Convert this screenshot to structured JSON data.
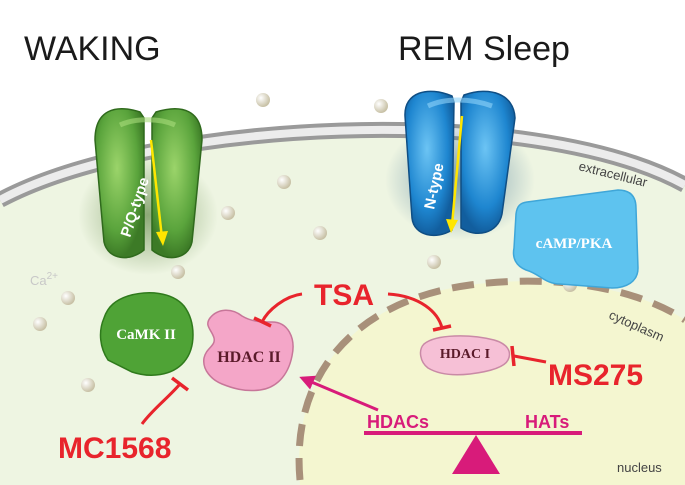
{
  "titles": {
    "left": "WAKING",
    "right": "REM Sleep"
  },
  "regions": {
    "extracellular": "extracellular",
    "cytoplasm": "cytoplasm",
    "nucleus": "nucleus"
  },
  "ions": {
    "label": "Ca",
    "charge": "2+"
  },
  "channels": {
    "left": "P/Q-type",
    "right": "N-type"
  },
  "enzymes": {
    "camk": "CaMK II",
    "hdac2": "HDAC II",
    "hdac1": "HDAC I",
    "pka": "cAMP/PKA"
  },
  "inhibitors": {
    "tsa": "TSA",
    "ms275": "MS275",
    "mc1568": "MC1568"
  },
  "balance": {
    "left": "HDACs",
    "right": "HATs"
  },
  "colors": {
    "green": "#5aa43c",
    "blue": "#1e86d0",
    "pink": "#f4a6c8",
    "red": "#e8242c",
    "magenta": "#d81b7a",
    "yellow": "#ffe600"
  }
}
